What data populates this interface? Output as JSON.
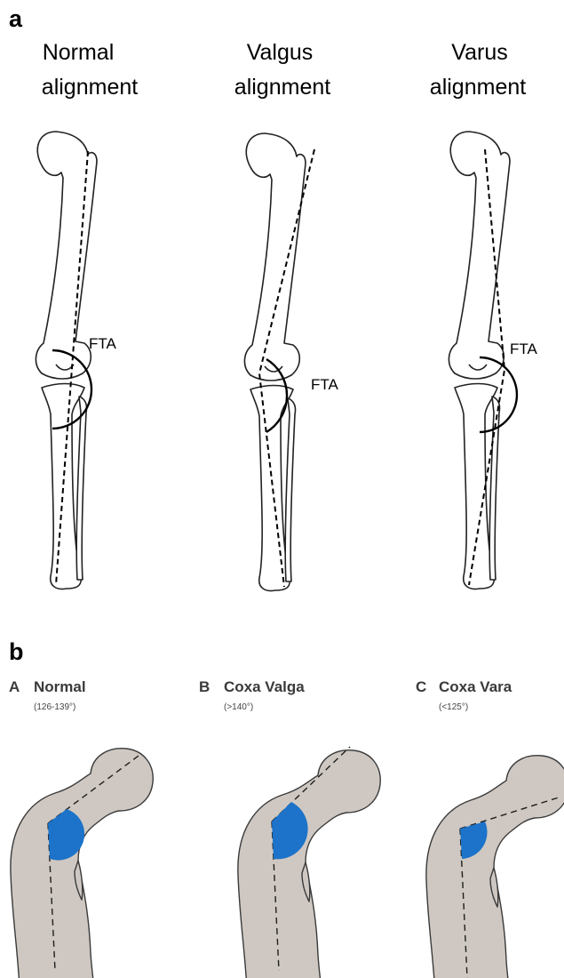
{
  "panel_a": {
    "label": "a",
    "columns": [
      {
        "title_line1": "Normal",
        "title_line2": "alignment",
        "angle_label": "FTA"
      },
      {
        "title_line1": "Valgus",
        "title_line2": "alignment",
        "angle_label": "FTA"
      },
      {
        "title_line1": "Varus",
        "title_line2": "alignment",
        "angle_label": "FTA"
      }
    ]
  },
  "panel_b": {
    "label": "b",
    "columns": [
      {
        "letter": "A",
        "name": "Normal",
        "range": "(126-139°)"
      },
      {
        "letter": "B",
        "name": "Coxa Valga",
        "range": "(>140°)"
      },
      {
        "letter": "C",
        "name": "Coxa Vara",
        "range": "(<125°)"
      }
    ]
  },
  "colors": {
    "angle_wedge": "#1c73c9",
    "femur_fill": "#cfc8c2"
  }
}
